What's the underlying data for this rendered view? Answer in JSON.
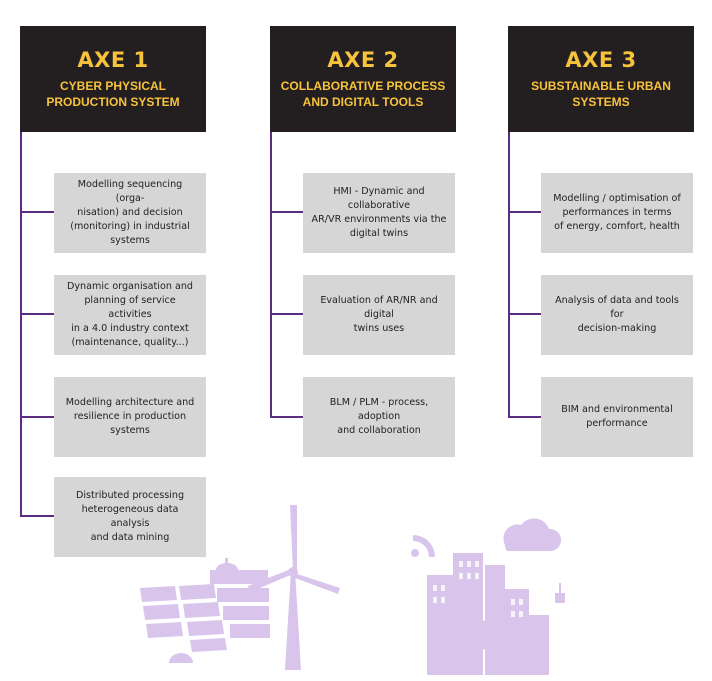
{
  "axes": [
    {
      "title": "AXE 1",
      "subtitle": "CYBER PHYSICAL\nPRODUCTION SYSTEM",
      "items": [
        "Modelling sequencing (orga-\nnisation) and decision\n(monitoring) in industrial\nsystems",
        "Dynamic organisation and\nplanning of service activities\nin a 4.0 industry context\n(maintenance, quality...)",
        "Modelling architecture and\nresilience in production systems",
        "Distributed processing\nheterogeneous data analysis\nand data mining"
      ]
    },
    {
      "title": "AXE 2",
      "subtitle": "COLLABORATIVE PROCESS\nAND DIGITAL TOOLS",
      "items": [
        "HMI - Dynamic and collaborative\nAR/VR environments via the\ndigital twins",
        "Evaluation of AR/NR and digital\ntwins uses",
        "BLM / PLM - process, adoption\nand collaboration"
      ]
    },
    {
      "title": "AXE 3",
      "subtitle": "SUBSTAINABLE URBAN\nSYSTEMS",
      "items": [
        "Modelling / optimisation of\nperformances in terms\nof energy, comfort, health",
        "Analysis of data and tools for\ndecision-making",
        "BIM and environmental\nperformance"
      ]
    }
  ],
  "colors": {
    "header_bg": "#231f20",
    "header_text": "#f7c23c",
    "connector": "#5a2d82",
    "box_bg": "#d6d6d6",
    "illustration": "#d9c5ec"
  },
  "icons": [
    "solar-panel-icon",
    "wind-turbine-icon",
    "city-buildings-icon",
    "cloud-icon",
    "tree-icon"
  ]
}
